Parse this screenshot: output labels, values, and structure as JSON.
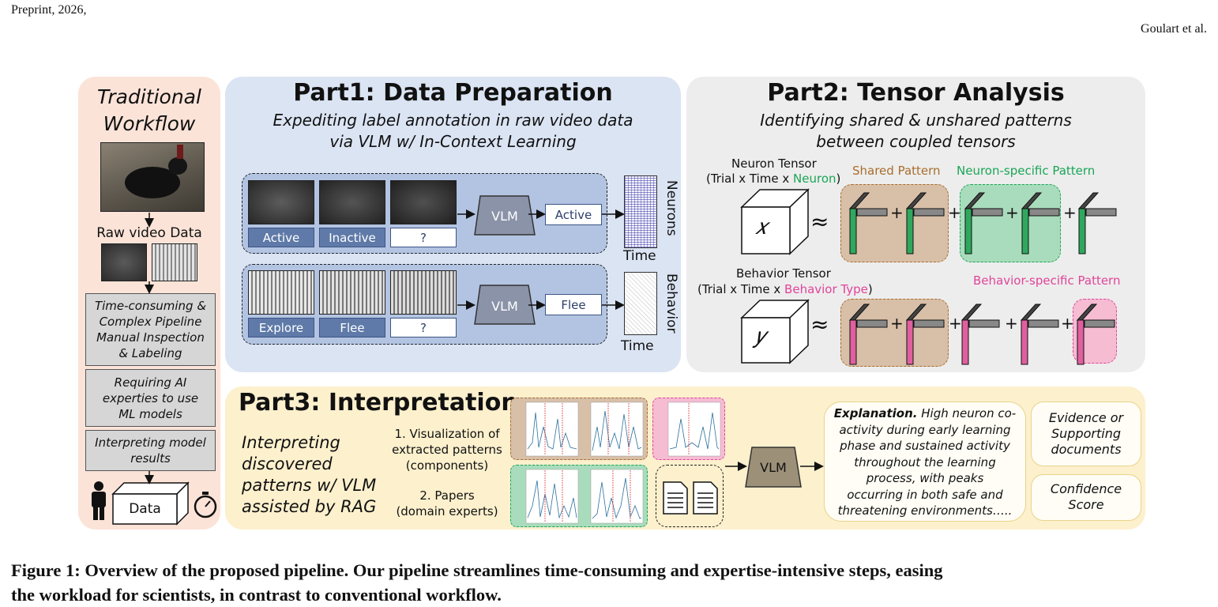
{
  "header": {
    "left": "Preprint, 2026,",
    "right": "Goulart et al."
  },
  "traditional": {
    "title_line1": "Traditional",
    "title_line2": "Workflow",
    "raw_label": "Raw video Data",
    "box1": [
      "Time-consuming &",
      "Complex Pipeline",
      "Manual Inspection",
      "& Labeling"
    ],
    "box2": [
      "Requiring AI",
      "experties to use",
      "ML models"
    ],
    "box3": [
      "Interpreting model",
      "results"
    ],
    "data_label": "Data"
  },
  "part1": {
    "title": "Part1: Data Preparation",
    "subtitle_line1": "Expediting label annotation in raw video data",
    "subtitle_line2": "via VLM w/ In-Context Learning",
    "row1_labels": [
      "Active",
      "Inactive",
      "?"
    ],
    "row2_labels": [
      "Explore",
      "Flee",
      "?"
    ],
    "vlm": "VLM",
    "row1_output": "Active",
    "row2_output": "Flee",
    "neurons": "Neurons",
    "behavior": "Behavior",
    "time": "Time"
  },
  "part2": {
    "title": "Part2: Tensor Analysis",
    "subtitle_line1": "Identifying shared & unshared patterns",
    "subtitle_line2": "between coupled tensors",
    "neuron_tensor": "Neuron Tensor",
    "neuron_dims_prefix": "(Trial x Time x ",
    "neuron_dims_hl": "Neuron",
    "neuron_dims_suffix": ")",
    "behavior_tensor": "Behavior Tensor",
    "behavior_dims_prefix": "(Trial x Time x ",
    "behavior_dims_hl": "Behavior Type",
    "behavior_dims_suffix": ")",
    "shared": "Shared Pattern",
    "neuron_specific": "Neuron-specific Pattern",
    "behavior_specific": "Behavior-specific Pattern",
    "x": "𝑥",
    "y": "𝑦",
    "approx": "≈",
    "plus": "+"
  },
  "part3": {
    "title": "Part3: Interpretation",
    "desc": [
      "Interpreting",
      "discovered",
      "patterns w/ VLM",
      "assisted by RAG"
    ],
    "item1": [
      "1.  Visualization of",
      "extracted patterns",
      "(components)"
    ],
    "item2": [
      "2. Papers",
      "(domain experts)"
    ],
    "vlm": "VLM",
    "explanation_head": "Explanation.",
    "explanation": [
      "High neuron co-",
      "activity during early learning",
      "phase and sustained activity",
      "throughout the learning",
      "process, with peaks",
      "occurring in both safe and",
      "threatening environments….."
    ],
    "evidence": [
      "Evidence or",
      "Supporting",
      "documents"
    ],
    "confidence": [
      "Confidence",
      "Score"
    ]
  },
  "caption": {
    "line1": "Figure 1: Overview of the proposed pipeline. Our pipeline streamlines time-consuming and expertise-intensive steps, easing",
    "line2": "the workload for scientists, in contrast to conventional workflow."
  },
  "colors": {
    "traditional_bg": "#fbe3d8",
    "part1_bg": "#dbe4f3",
    "part2_bg": "#ededed",
    "part3_bg": "#fcf0cd",
    "shared_fill": "#d8bfa8",
    "neuron_fill": "#a9dcbc",
    "behavior_fill": "#f5bcd2",
    "green": "#1aa557",
    "pink": "#e0449a",
    "brown": "#a86d2c"
  }
}
